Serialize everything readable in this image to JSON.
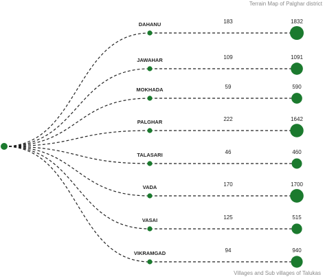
{
  "title": "Terrain Map of Palghar district",
  "caption": "Villages and Sub villages of Talukas",
  "colors": {
    "node": "#1b7a2e",
    "link": "#222222",
    "text": "#222222",
    "muted": "#8a8a8a"
  },
  "talukas": [
    {
      "name": "DAHANU",
      "villages": "183",
      "sub_villages": "1832"
    },
    {
      "name": "JAWAHAR",
      "villages": "109",
      "sub_villages": "1091"
    },
    {
      "name": "MOKHADA",
      "villages": "59",
      "sub_villages": "590"
    },
    {
      "name": "PALGHAR",
      "villages": "222",
      "sub_villages": "1642"
    },
    {
      "name": "TALASARI",
      "villages": "46",
      "sub_villages": "460"
    },
    {
      "name": "VADA",
      "villages": "170",
      "sub_villages": "1700"
    },
    {
      "name": "VASAI",
      "villages": "125",
      "sub_villages": "515"
    },
    {
      "name": "VIKRAMGAD",
      "villages": "94",
      "sub_villages": "940"
    }
  ]
}
